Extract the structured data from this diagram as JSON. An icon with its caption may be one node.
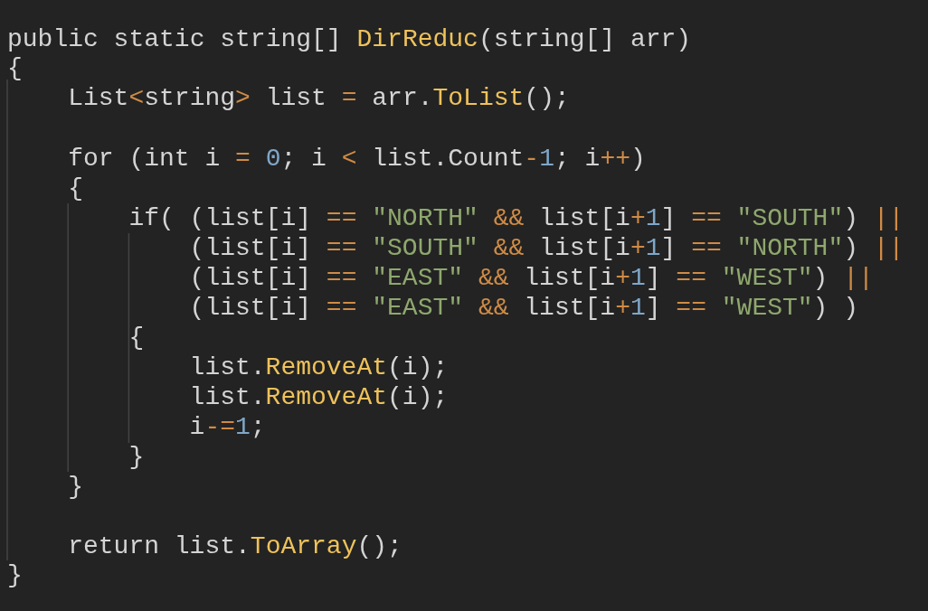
{
  "diagram": {
    "labels": [
      "public static string[] DirReduc(string[] arr)",
      "{",
      "List<string> list = arr.ToList();",
      "for (int i = 0; i < list.Count-1; i++)",
      "{",
      "if( (list[i] == \"NORTH\" && list[i+1] == \"SOUTH\") ||",
      "(list[i] == \"SOUTH\" && list[i+1] == \"NORTH\") ||",
      "(list[i] == \"EAST\" && list[i+1] == \"WEST\") ||",
      "(list[i] == \"EAST\" && list[i+1] == \"WEST\") )",
      "{",
      "list.RemoveAt(i);",
      "list.RemoveAt(i);",
      "i-=1;",
      "}",
      "}",
      "return list.ToArray();",
      "}"
    ]
  }
}
